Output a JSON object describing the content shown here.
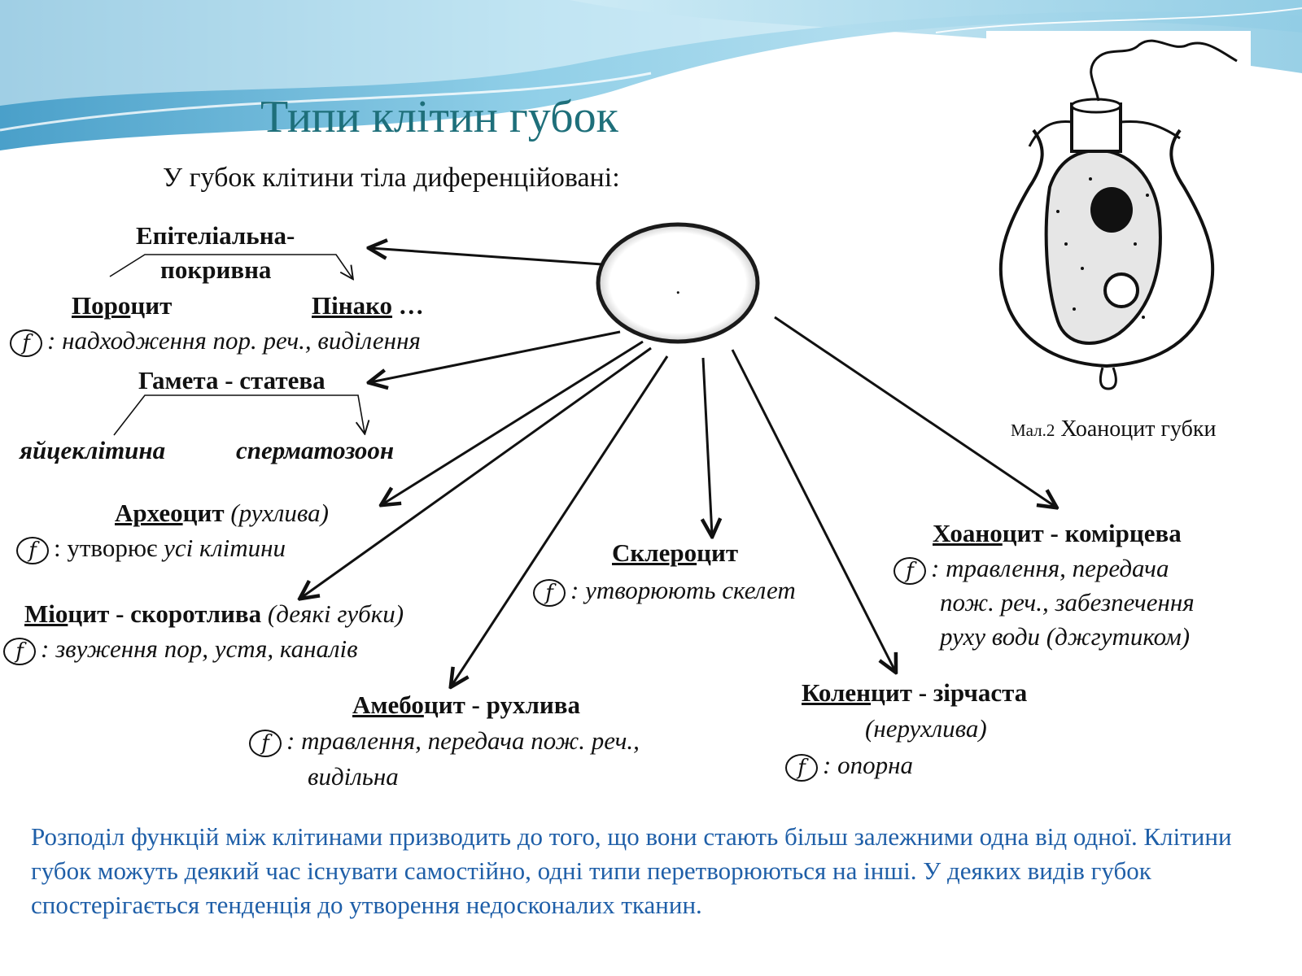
{
  "slide": {
    "title": "Типи клітин губок",
    "subtitle": "У губок клітини тіла диференційовані:",
    "center_dot": "."
  },
  "cells": {
    "epithelial_line1": "Епітеліальна-",
    "epithelial_line2": "покривна",
    "porocyte_prefix": "Поро",
    "porocyte_suffix": "цит",
    "pinaco_prefix": "Пінако",
    "pinaco_suffix": " …",
    "epithelial_function": ": надходження пор. реч., виділення",
    "gamete": "Гамета - статева",
    "egg": "яйцеклітина",
    "sperm": "сперматозоон",
    "archeocyte_prefix": "Архео",
    "archeocyte_suffix": "цит",
    "archeocyte_note": " (рухлива)",
    "archeocyte_function_a": ": утворює ",
    "archeocyte_function_b": "усі клітини",
    "myocyte_prefix": "Міо",
    "myocyte_suffix": "цит - скоротлива",
    "myocyte_note": " (деякі губки)",
    "myocyte_function": ": звуження пор, устя, каналів",
    "sclerocyte_prefix": "Склеро",
    "sclerocyte_suffix": "цит",
    "sclerocyte_function": ": утворюють скелет",
    "amoebocyte_prefix": "Амебо",
    "amoebocyte_suffix": "цит - рухлива",
    "amoebocyte_function_line1": ": травлення, передача пож. реч.,",
    "amoebocyte_function_line2": "видільна",
    "collencyte_prefix": "Колен",
    "collencyte_suffix": "цит - зірчаста",
    "collencyte_note": "(нерухлива)",
    "collencyte_function": ": опорна",
    "choanocyte_prefix": "Хоано",
    "choanocyte_suffix": "цит - комірцева",
    "choanocyte_function_line1": ": травлення, передача",
    "choanocyte_function_line2": "пож. реч., забезпечення",
    "choanocyte_function_line3": "руху води (джгутиком)",
    "function_icon": "f"
  },
  "figure": {
    "caption_prefix": "Мал.2",
    "caption_text": " Хоаноцит губки"
  },
  "footer": {
    "text": "Розподіл функцій між клітинами призводить до того, що вони стають більш залежними одна від одної. Клітини губок можуть деякий час існувати самостійно,  одні типи перетворюються на інші. У деяких видів губок спостерігається тенденція до утворення недосконалих тканин."
  },
  "colors": {
    "title": "#1e6f7a",
    "footer_text": "#1f5fa8",
    "wave_light": "#bfe3f2",
    "wave_mid": "#5fb3d6",
    "wave_dark": "#1f7fb0"
  }
}
